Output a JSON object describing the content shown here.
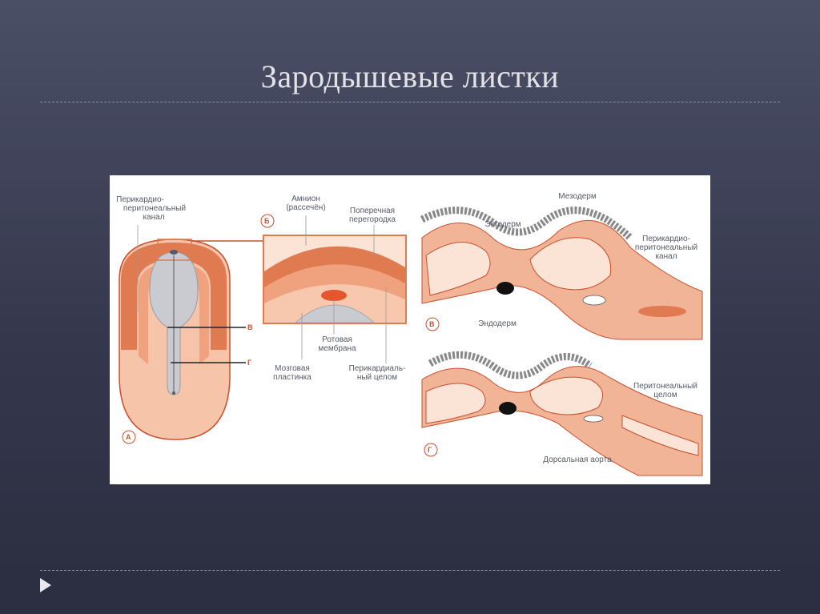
{
  "slide": {
    "title": "Зародышевые листки"
  },
  "figure": {
    "panels": {
      "a": "А",
      "b": "Б",
      "v": "В",
      "g": "Г"
    },
    "labels": {
      "pericardio_1": "Перикардио-",
      "pericardio_2": "перитонеальный",
      "pericardio_3": "канал",
      "amnion_1": "Амнион",
      "amnion_2": "(рассечён)",
      "septum_1": "Поперечная",
      "septum_2": "перегородка",
      "oral_1": "Ротовая",
      "oral_2": "мембрана",
      "brain_1": "Мозговая",
      "brain_2": "пластинка",
      "pcoelom_1": "Перикардиаль-",
      "pcoelom_2": "ный целом",
      "ectoderm": "Эктодерм",
      "mesoderm": "Мезодерм",
      "endoderm": "Эндодерм",
      "ppc_1": "Перикардио-",
      "ppc_2": "перитонеальный",
      "ppc_3": "канал",
      "peritoneal_1": "Перитонеальный",
      "peritoneal_2": "целом",
      "aorta": "Дорсальная аорта"
    }
  },
  "nav": {
    "next_icon": "triangle-right-icon"
  },
  "colors": {
    "dark_orange": "#e07a50",
    "mid_orange": "#f0a27e",
    "light_peach": "#f7c8ae",
    "grey": "#c9cbd1",
    "accent": "#c8502e"
  }
}
